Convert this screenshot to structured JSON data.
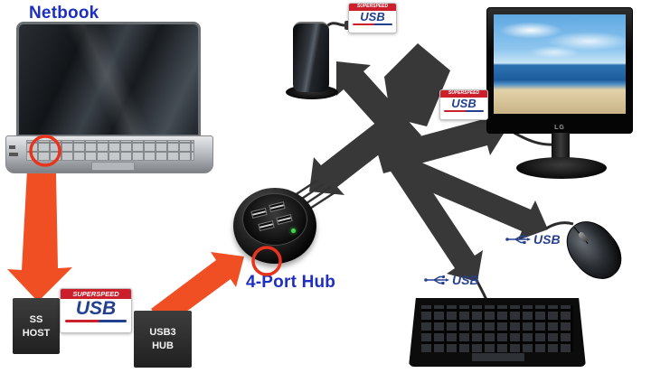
{
  "labels": {
    "netbook": "Netbook",
    "hub": "4-Port Hub"
  },
  "host_box": {
    "line1": "SS",
    "line2": "HOST"
  },
  "hub_box": {
    "line1": "USB3",
    "line2": "HUB"
  },
  "superspeed_logo": {
    "banner": "SUPERSPEED",
    "usb": "USB"
  },
  "usb_logo_text": "USB",
  "monitor": {
    "brand": "LG"
  },
  "colors": {
    "label_blue": "#1e2fc0",
    "arrow_orange": "#f04e23",
    "arrow_dark": "#383838",
    "annotation_red": "#e8341c",
    "superspeed_red": "#cc1f2c",
    "usb_blue": "#27408f"
  }
}
